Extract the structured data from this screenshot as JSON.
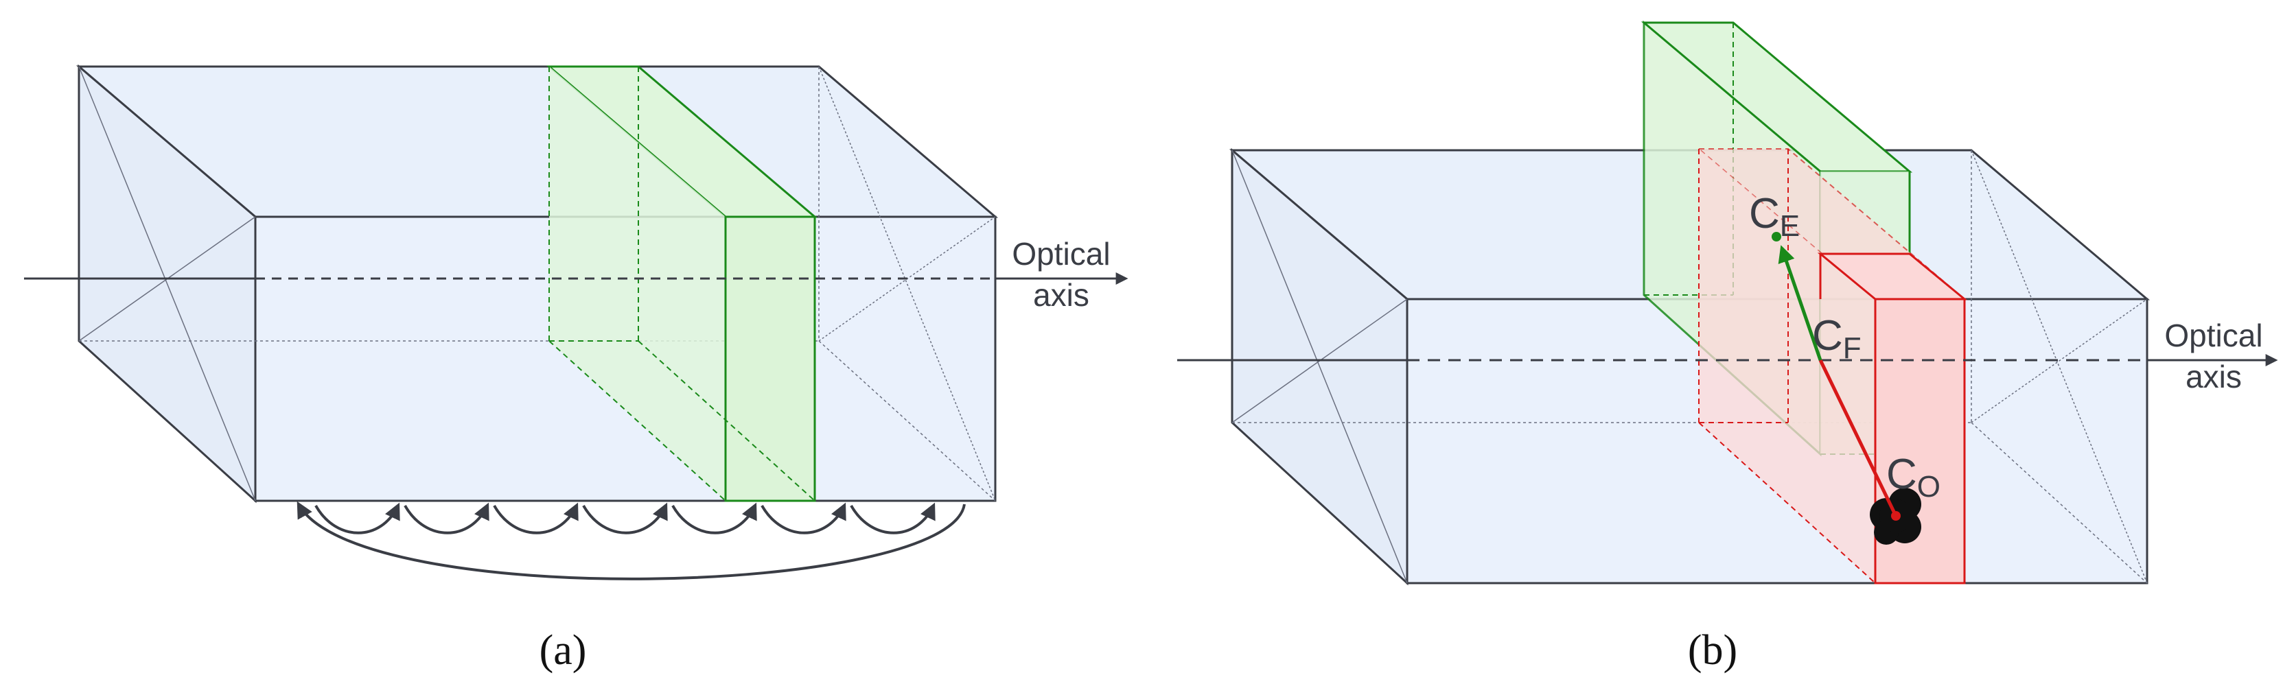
{
  "panel_a": {
    "caption": "(a)",
    "axis_label_line1": "Optical",
    "axis_label_line2": "axis"
  },
  "panel_b": {
    "caption": "(b)",
    "axis_label_line1": "Optical",
    "axis_label_line2": "axis",
    "center_E": {
      "base": "C",
      "sub": "E"
    },
    "center_F": {
      "base": "C",
      "sub": "F"
    },
    "center_O": {
      "base": "C",
      "sub": "O"
    }
  },
  "colors": {
    "volume_fill": "#e8f0fb",
    "volume_edge": "#3a3d45",
    "green_fill": "#dff6dc",
    "green_edge": "#1a8a1a",
    "red_fill": "#fcd8d8",
    "red_edge": "#d81818",
    "object": "#111111"
  }
}
